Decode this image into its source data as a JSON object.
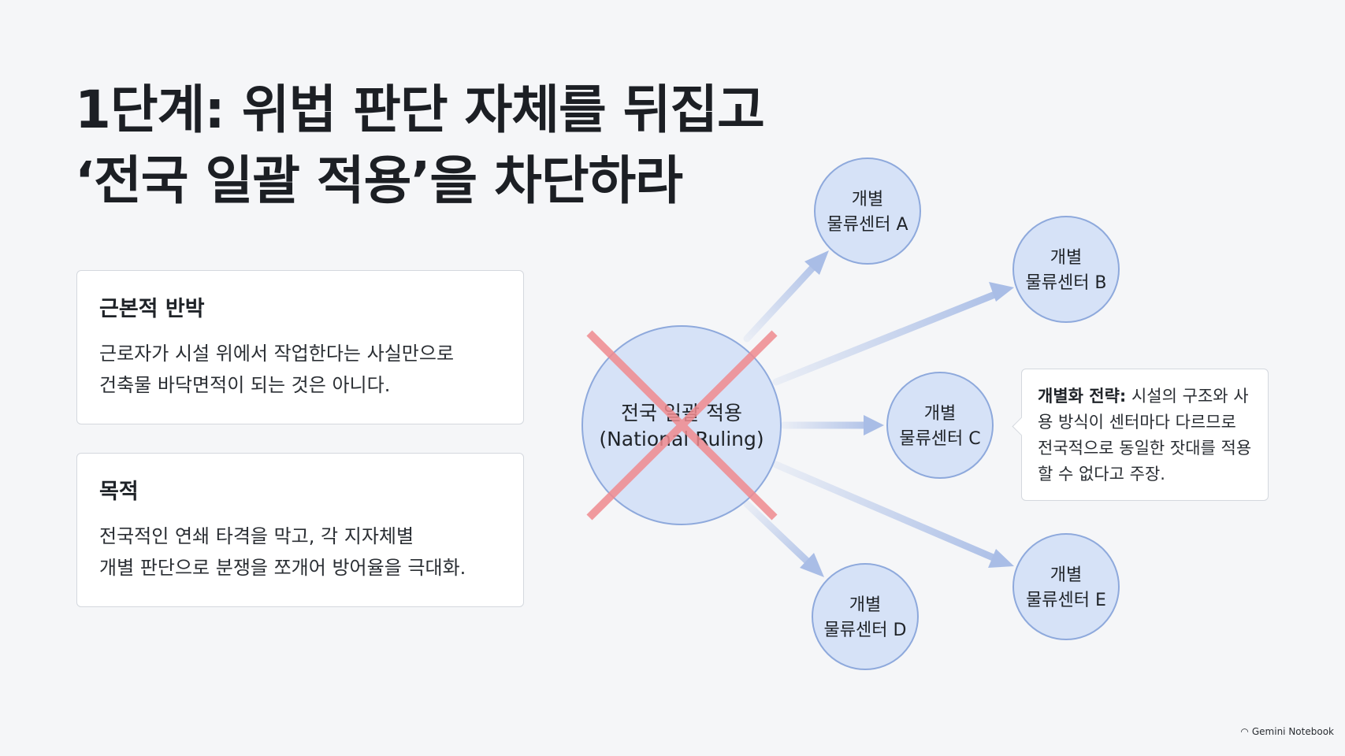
{
  "title": {
    "line1": "1단계: 위법 판단 자체를 뒤집고",
    "line2": "‘전국 일괄 적용’을 차단하라"
  },
  "cards": [
    {
      "heading": "근본적 반박",
      "lines": [
        "근로자가 시설 위에서 작업한다는 사실만으로",
        "건축물 바닥면적이 되는 것은 아니다."
      ]
    },
    {
      "heading": "목적",
      "lines": [
        "전국적인 연쇄 타격을 막고, 각 지자체별",
        "개별 판단으로 분쟁을 쪼개어 방어율을 극대화."
      ]
    }
  ],
  "diagram": {
    "center": {
      "line1": "전국 일괄 적용",
      "line2": "(National Ruling)"
    },
    "nodes": [
      {
        "line1": "개별",
        "line2": "물류센터 A"
      },
      {
        "line1": "개별",
        "line2": "물류센터 B"
      },
      {
        "line1": "개별",
        "line2": "물류센터 C"
      },
      {
        "line1": "개별",
        "line2": "물류센터 D"
      },
      {
        "line1": "개별",
        "line2": "물류센터 E"
      }
    ],
    "colors": {
      "node_fill": "#d6e2f7",
      "node_stroke": "#8ea9dc",
      "arrow": "#a9bde6",
      "cross": "#f08a8f"
    }
  },
  "callout": {
    "bold": "개별화 전략:",
    "text": " 시설의 구조와 사용 방식이 센터마다 다르므로 전국적으로 동일한 잣대를 적용할 수 없다고 주장."
  },
  "brand": {
    "icon": "gemini-notebook-icon",
    "label": "Gemini Notebook"
  }
}
